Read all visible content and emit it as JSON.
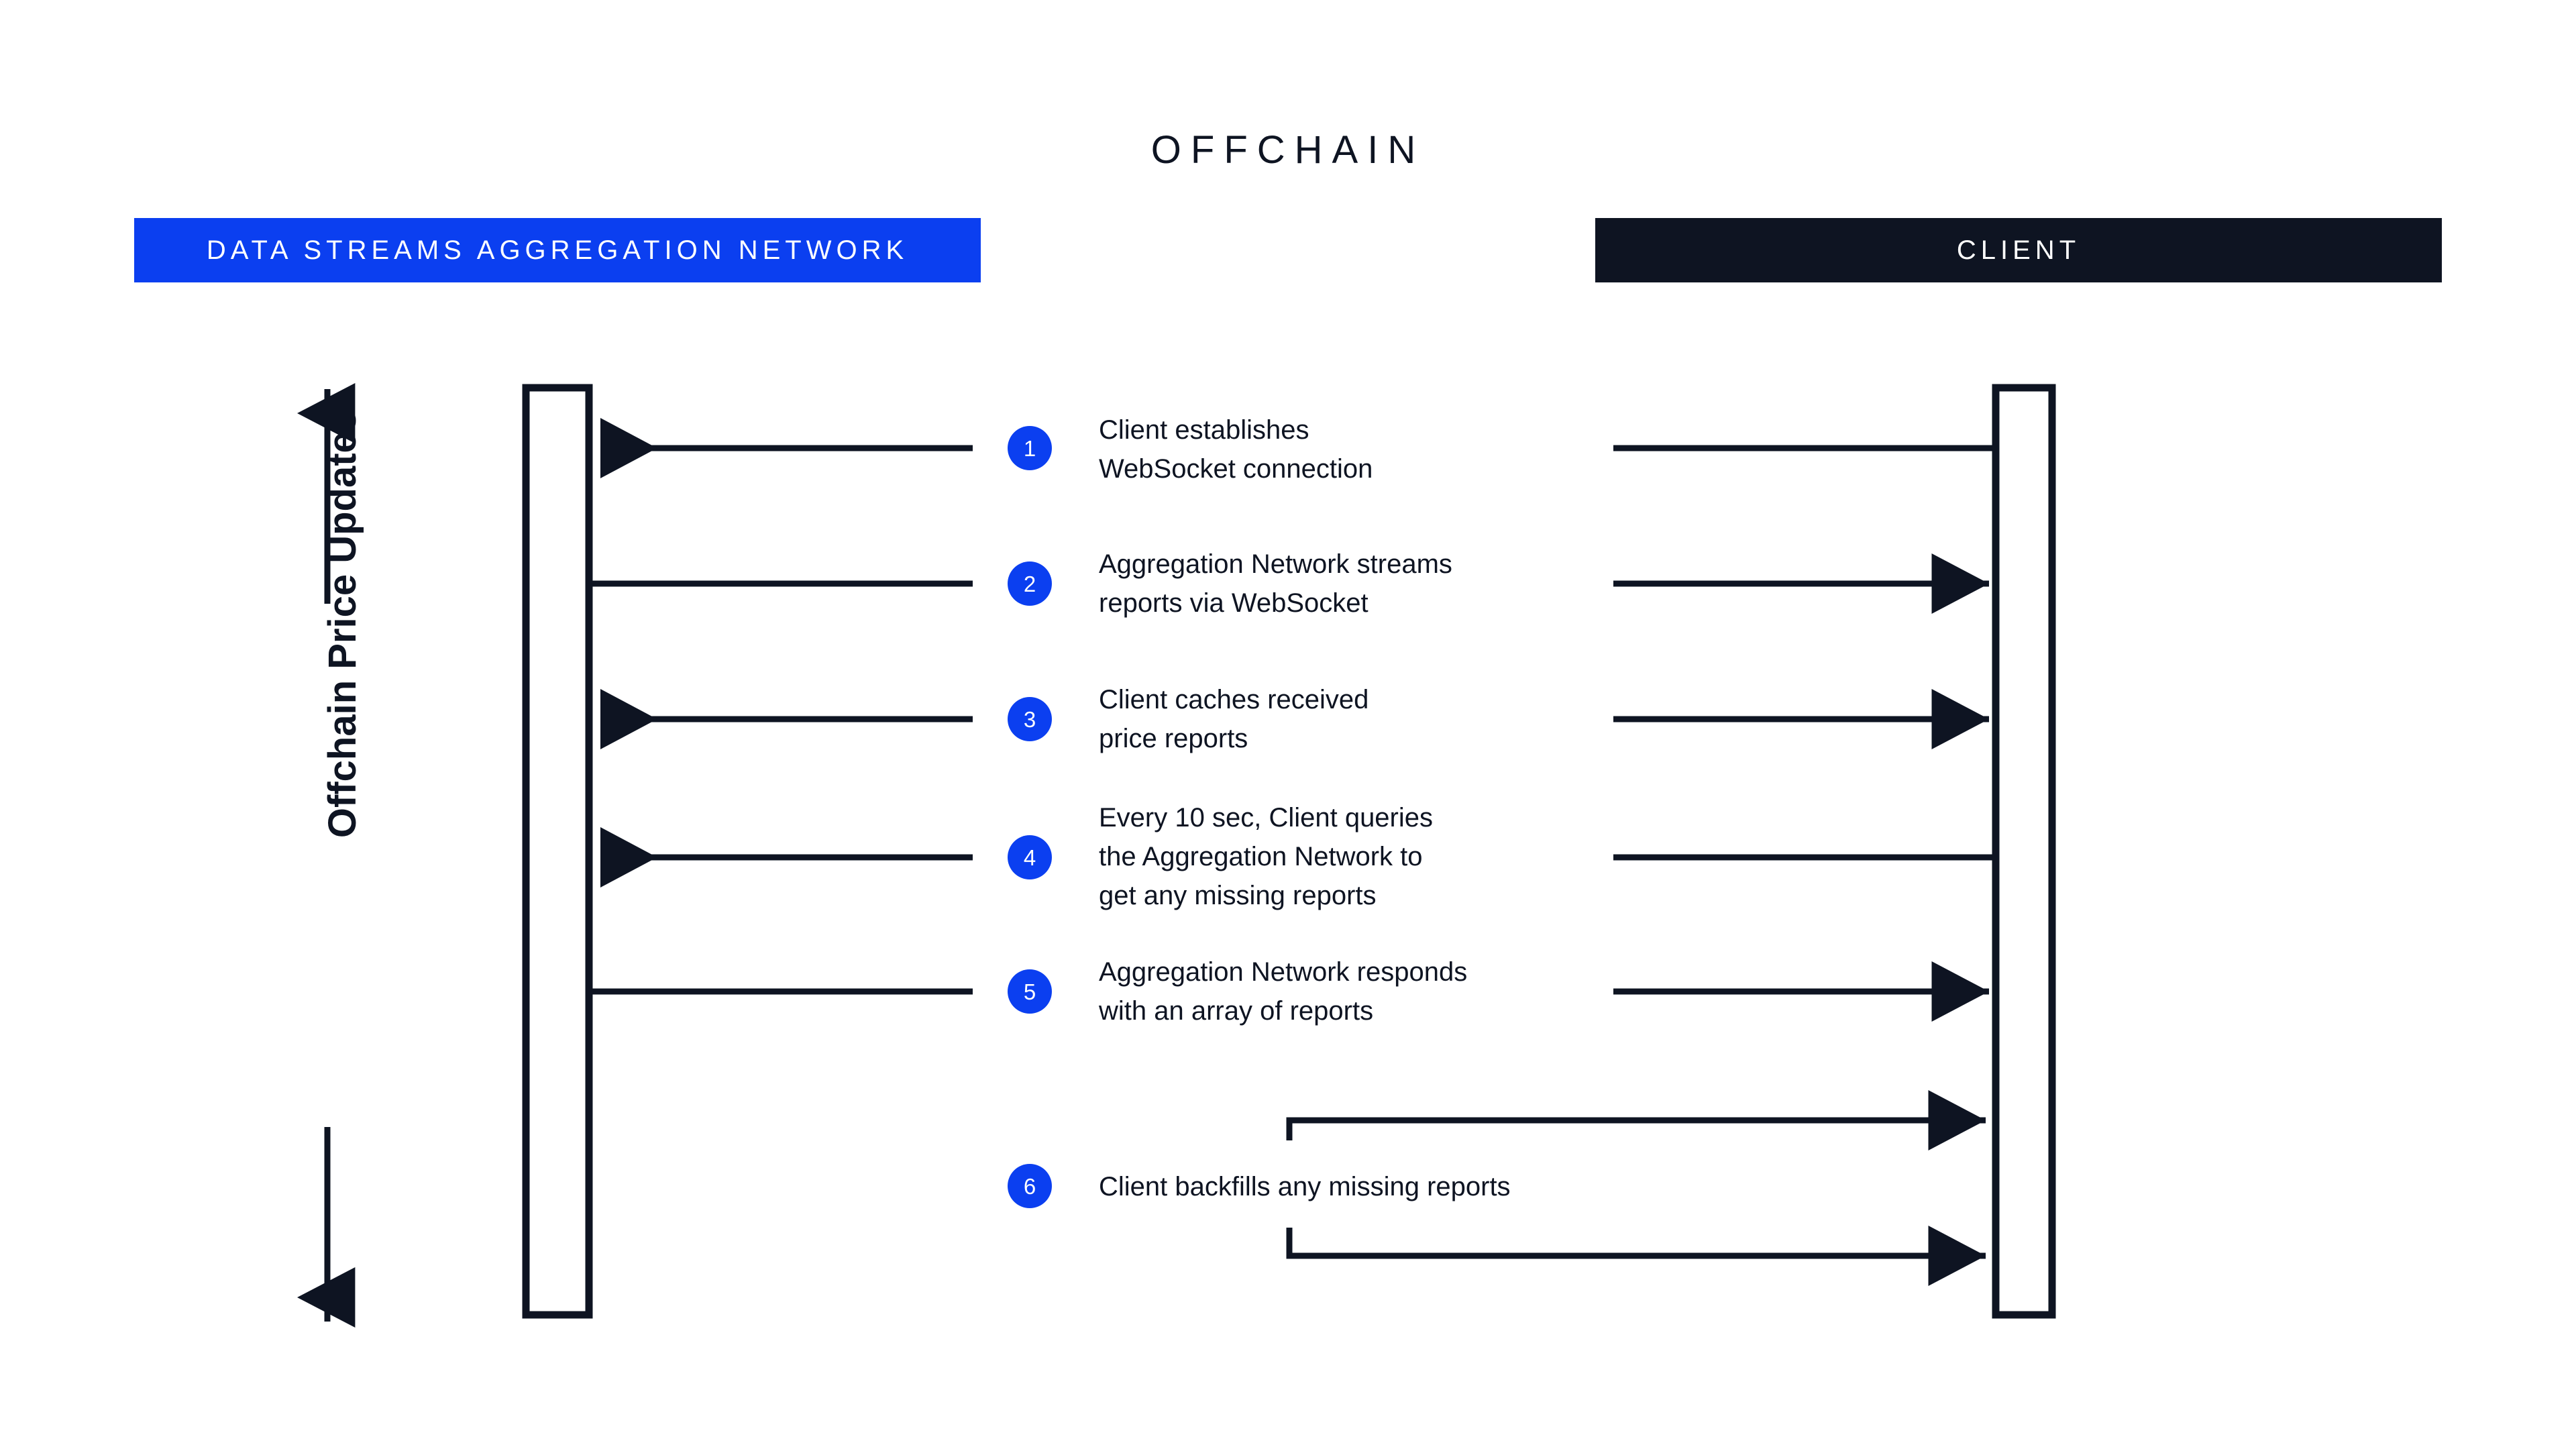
{
  "title": "OFFCHAIN",
  "colors": {
    "brand_blue": "#0B3FF0",
    "ink": "#0E1422",
    "white": "#FFFFFF"
  },
  "axis_label": "Offchain Price Updates",
  "actors": [
    {
      "id": "aggregation",
      "label": "DATA STREAMS AGGREGATION NETWORK",
      "banner_color": "#0B3FF0"
    },
    {
      "id": "client",
      "label": "CLIENT",
      "banner_color": "#0E1422"
    }
  ],
  "steps": [
    {
      "number": "1",
      "text": "Client establishes\nWebSocket connection"
    },
    {
      "number": "2",
      "text": "Aggregation Network streams\nreports via WebSocket"
    },
    {
      "number": "3",
      "text": "Client caches received\nprice reports"
    },
    {
      "number": "4",
      "text": "Every 10 sec, Client queries\nthe Aggregation Network to\nget any missing reports"
    },
    {
      "number": "5",
      "text": "Aggregation Network responds\nwith an array of reports"
    },
    {
      "number": "6",
      "text": "Client backfills any missing reports"
    }
  ]
}
